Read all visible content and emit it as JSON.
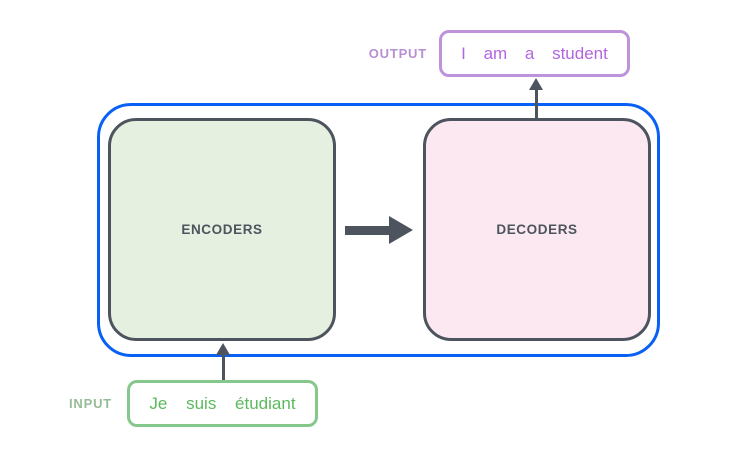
{
  "diagram": {
    "title_implicit": "Transformer encoder-decoder overview",
    "container": {
      "encoders": {
        "label": "ENCODERS"
      },
      "decoders": {
        "label": "DECODERS"
      }
    },
    "output": {
      "label": "OUTPUT",
      "phrase": "I am a student"
    },
    "input": {
      "label": "INPUT",
      "phrase": "Je suis étudiant"
    },
    "icons": {
      "encoder_to_decoder_arrow": "thick-right-arrow",
      "input_to_encoders_arrow": "thin-up-arrow",
      "decoders_to_output_arrow": "thin-up-arrow"
    },
    "colors": {
      "container_border": "#0861f4",
      "box_border_and_arrows": "#4d545e",
      "encoders_fill": "#e6f0e0",
      "decoders_fill": "#fce8f1",
      "output_box_border": "#bd93d9",
      "output_text": "#b465df",
      "output_label": "#b78fd2",
      "input_box_border": "#86c88b",
      "input_text": "#5bb95e",
      "input_label": "#97bb97",
      "background": "#ffffff"
    }
  }
}
